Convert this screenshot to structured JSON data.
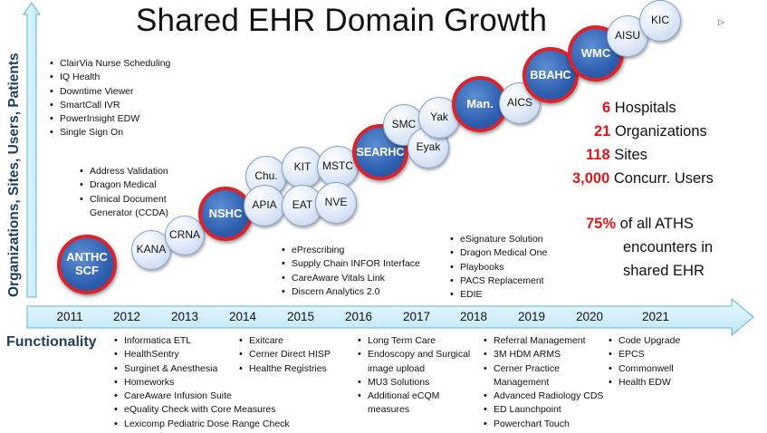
{
  "title": "Shared EHR Domain Growth",
  "y_axis_label": "Organizations, Sites, Users, Patients",
  "x_axis_label": "Functionality",
  "years": [
    "2011",
    "2012",
    "2013",
    "2014",
    "2015",
    "2016",
    "2017",
    "2018",
    "2019",
    "2020",
    "2021"
  ],
  "milestones": [
    {
      "label": "ANTHC SCF",
      "highlight": true
    },
    {
      "label": "KANA",
      "highlight": false
    },
    {
      "label": "CRNA",
      "highlight": false
    },
    {
      "label": "NSHC",
      "highlight": true
    },
    {
      "label": "Chu.",
      "highlight": false
    },
    {
      "label": "APIA",
      "highlight": false
    },
    {
      "label": "KIT",
      "highlight": false
    },
    {
      "label": "EAT",
      "highlight": false
    },
    {
      "label": "MSTC",
      "highlight": false
    },
    {
      "label": "NVE",
      "highlight": false
    },
    {
      "label": "SEARHC",
      "highlight": true
    },
    {
      "label": "SMC",
      "highlight": false
    },
    {
      "label": "Eyak",
      "highlight": false
    },
    {
      "label": "Yak",
      "highlight": false
    },
    {
      "label": "Man.",
      "highlight": true
    },
    {
      "label": "AICS",
      "highlight": false
    },
    {
      "label": "BBAHC",
      "highlight": true
    },
    {
      "label": "WMC",
      "highlight": true
    },
    {
      "label": "AISU",
      "highlight": false
    },
    {
      "label": "KIC",
      "highlight": false
    }
  ],
  "upper_lists": {
    "early": [
      "ClairVia Nurse Scheduling",
      "IQ Health",
      "Downtime Viewer",
      "SmartCall IVR",
      "PowerInsight EDW",
      "Single Sign On"
    ],
    "y2012": [
      "Address Validation",
      "Dragon Medical",
      "Clinical Document Generator (CCDA)"
    ],
    "y2015": [
      "ePrescribing",
      "Supply Chain INFOR Interface",
      "CareAware Vitals Link",
      "Discern Analytics 2.0"
    ],
    "y2018": [
      "eSignature Solution",
      "Dragon Medical One",
      "Playbooks",
      "PACS Replacement",
      "EDIE"
    ]
  },
  "lower_lists": {
    "col_2012": [
      "Informatica ETL",
      "HealthSentry",
      "Surginet & Anesthesia",
      "Homeworks",
      "CareAware Infusion Suite",
      "eQuality Check with Core Measures",
      "Lexicomp Pediatric Dose Range Check"
    ],
    "col_2014": [
      "Exitcare",
      "Cerner Direct HISP",
      "Healthe Registries"
    ],
    "col_2016": [
      "Long Term Care",
      "Endoscopy and Surgical image upload",
      "MU3 Solutions",
      "Additional eCQM measures"
    ],
    "col_2018": [
      "Referral Management",
      "3M HDM ARMS",
      "Cerner Practice Management",
      "Advanced Radiology CDS",
      "ED Launchpoint",
      "Powerchart Touch"
    ],
    "col_2020": [
      "Code Upgrade",
      "EPCS",
      "Commonwell",
      "Health EDW"
    ]
  },
  "stats": [
    {
      "value": "6",
      "label": "Hospitals"
    },
    {
      "value": "21",
      "label": "Organizations"
    },
    {
      "value": "118",
      "label": "Sites"
    },
    {
      "value": "3,000",
      "label": "Concurr. Users"
    }
  ],
  "encounters": {
    "value": "75%",
    "text_line1": "of all ATHS",
    "text_line2": "encounters in",
    "text_line3": "shared EHR"
  },
  "colors": {
    "highlight_border": "#d9242b",
    "highlight_fill": "#2f5fb0",
    "arrow_fill": "#cfeefa",
    "arrow_stroke": "#5fb6d8",
    "stat_number": "#e1161b"
  }
}
